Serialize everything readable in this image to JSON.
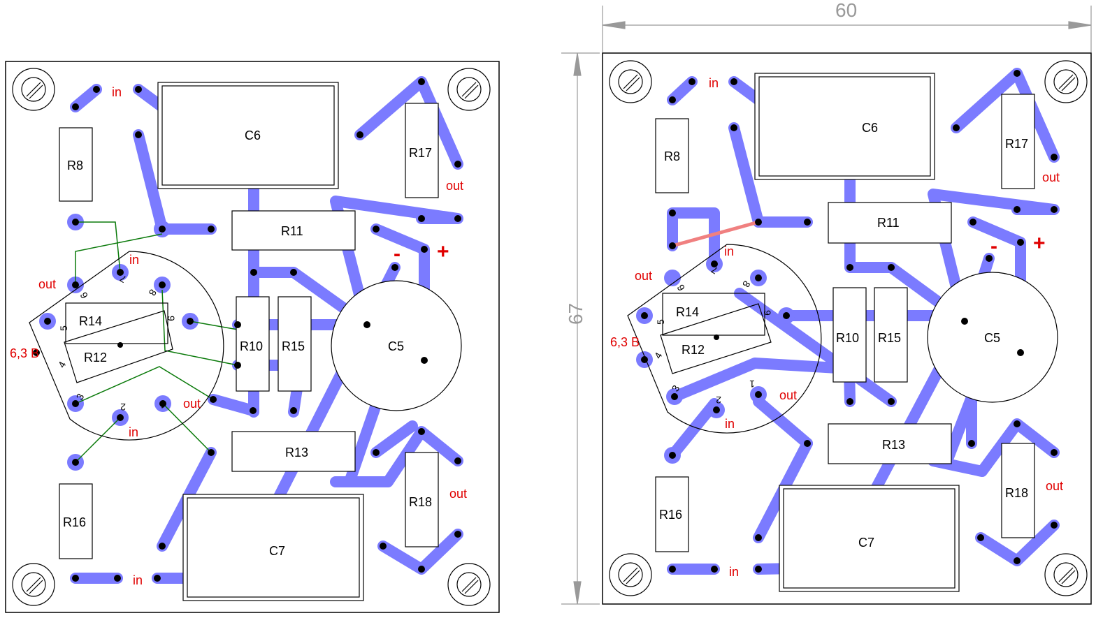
{
  "components": {
    "c6": "C6",
    "c7": "C7",
    "c5": "C5",
    "r8": "R8",
    "r11": "R11",
    "r17": "R17",
    "r10": "R10",
    "r15": "R15",
    "r14": "R14",
    "r12": "R12",
    "r13": "R13",
    "r16": "R16",
    "r18": "R18"
  },
  "labels": {
    "in": "in",
    "out": "out",
    "heater": "6,3 В",
    "plus": "+",
    "minus": "-"
  },
  "pins": {
    "p1": "1",
    "p2": "2",
    "p3": "3",
    "p4": "4",
    "p5": "5",
    "p6": "6",
    "p7": "7",
    "p8": "8",
    "p9": "9"
  },
  "dimensions": {
    "width": "60",
    "height": "67"
  },
  "colors": {
    "track": "#7b7bff",
    "jumper": "#0a7a0a",
    "bridge": "#f08080",
    "label": "#e00000"
  }
}
